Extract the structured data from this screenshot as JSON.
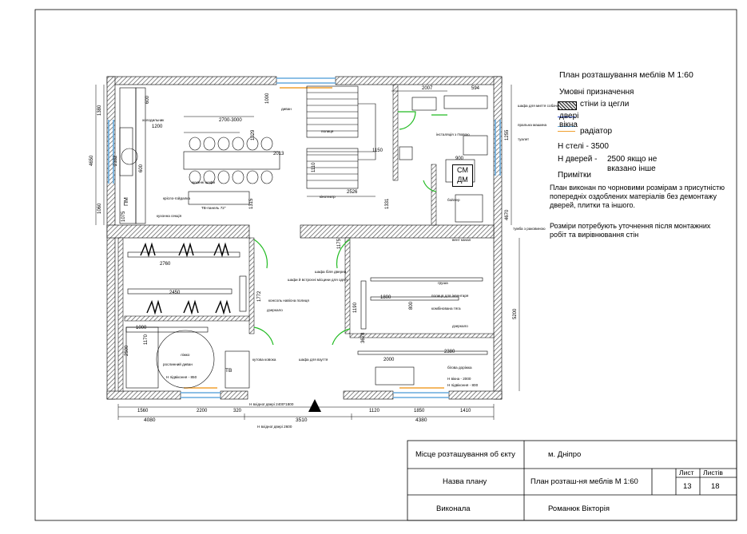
{
  "legend": {
    "title": "План розташування меблів М 1:60",
    "subtitle": "Умовні призначення",
    "items": [
      {
        "label": "стіни із цегли",
        "color": "#555555"
      },
      {
        "label": "двері",
        "color": "#3355cc"
      },
      {
        "label": "вікна",
        "color": "#66aadd"
      },
      {
        "label": "радіатор",
        "color": "#f0a030"
      }
    ],
    "ceiling": "Н стелі - 3500",
    "door_label": "Н дверей -",
    "door_value": "2500 якщо не вказано інше",
    "notes_title": "Примітки",
    "note1": "План виконан по чорновими розмірам з присутністю попередніх оздоблених матеріалів без демонтажу дверей, плитки та іншого.",
    "note2": "Розміри потребують уточнення після монтажних робіт та вирівнювання стін"
  },
  "title_block": {
    "location_label": "Місце розташування об єкту",
    "location_value": "м. Дніпро",
    "plan_label": "Назва плану",
    "plan_value": "План розташ-ня меблів М 1:60",
    "sheet_label": "Лист",
    "sheets_label": "Листів",
    "sheet_value": "13",
    "sheets_value": "18",
    "author_label": "Виконала",
    "author_value": "Романюк Вікторія"
  },
  "plan": {
    "room_marks": [
      "СМ",
      "ДМ",
      "ПМ",
      "ТВ"
    ],
    "dims_bottom_outer": [
      "4080",
      "3510",
      "4380"
    ],
    "dims_bottom_inner": [
      "1560",
      "2200",
      "320",
      "1120",
      "1850",
      "1410"
    ],
    "dims_top": [
      "2007",
      "594"
    ],
    "dims_left": [
      "1380",
      "4650",
      "1060",
      "2182",
      "1075"
    ],
    "dims_right": [
      "1255",
      "4670",
      "5200"
    ],
    "dims_interior": [
      "2700-3000",
      "2013",
      "2526",
      "1150",
      "1110",
      "1000",
      "1200",
      "2760",
      "2450",
      "1800",
      "2380",
      "2000",
      "1000",
      "2500",
      "3678",
      "1190",
      "800",
      "900",
      "600",
      "600",
      "1315",
      "1329",
      "1331",
      "1175",
      "1170",
      "1772"
    ],
    "labels_interior": [
      "холодильник",
      "диван",
      "крісло-гойдалка",
      "кухонна секція",
      "ТВ-панель 72\"",
      "кухонні шафи",
      "кінотеатр",
      "полиця",
      "шафа біля дверей",
      "шафи й встроєні місцини для одягу",
      "консоль навісна полиця",
      "дзеркало",
      "рослинний диван",
      "ліжко",
      "Н підвіконня - 850",
      "шафа для взуття",
      "кутова ковока",
      "груша",
      "полиця для інвентаря",
      "комбінована тяга",
      "вент канал",
      "дзеркало",
      "бігова доріжка",
      "Н вікна - 2000",
      "Н підвіконня - 800",
      "Н вхідної двері 2400*1800",
      "Н вхідної двері 2600",
      "інсталяція з ґвовою",
      "бойлер",
      "шафа для миття собачок",
      "пральна машина",
      "туалет",
      "тумба з раковиною"
    ]
  }
}
